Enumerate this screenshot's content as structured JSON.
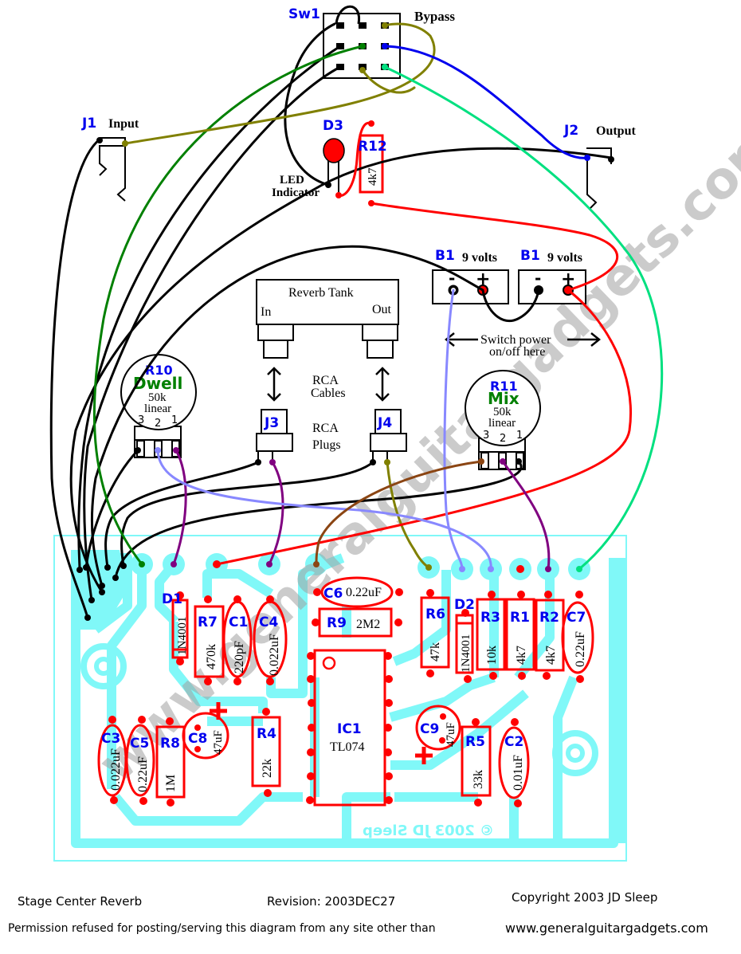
{
  "title": "Stage Center Reverb",
  "revision": "Revision:  2003DEC27",
  "copyright": "Copyright 2003   JD Sleep",
  "permission_text": "Permission refused for posting/serving this diagram from any site other than",
  "website": "www.generalguitargadgets.com",
  "watermark": "www.generalguitargadgets.com",
  "pcb_copyright_mirrored": "© 2003 JD Sleep",
  "colors": {
    "pcb_trace": "#80f8f8",
    "component_outline": "#ff0000",
    "designator": "#0000ee",
    "pot_name": "#008000"
  },
  "offboard": {
    "switch": {
      "designator": "Sw1",
      "label": "Bypass"
    },
    "input_jack": {
      "designator": "J1",
      "label": "Input"
    },
    "output_jack": {
      "designator": "J2",
      "label": "Output"
    },
    "led": {
      "designator": "D3",
      "label_line1": "LED",
      "label_line2": "Indicator"
    },
    "led_resistor": {
      "designator": "R12",
      "value": "4k7"
    },
    "batteries": [
      {
        "designator": "B1",
        "label": "9 volts",
        "minus": "-",
        "plus": "+"
      },
      {
        "designator": "B1",
        "label": "9 volts",
        "minus": "-",
        "plus": "+"
      }
    ],
    "power_note_line1": "Switch power",
    "power_note_line2": "on/off here",
    "reverb_tank": {
      "label": "Reverb Tank",
      "in_label": "In",
      "out_label": "Out"
    },
    "rca_cables_line1": "RCA",
    "rca_cables_line2": "Cables",
    "rca_plugs_line1": "RCA",
    "rca_plugs_line2": "Plugs",
    "rca_jacks": [
      {
        "designator": "J3"
      },
      {
        "designator": "J4"
      }
    ],
    "pots": [
      {
        "designator": "R10",
        "name": "Dwell",
        "value": "50k",
        "taper": "linear",
        "pins": [
          "3",
          "2",
          "1"
        ]
      },
      {
        "designator": "R11",
        "name": "Mix",
        "value": "50k",
        "taper": "linear",
        "pins": [
          "3",
          "2",
          "1"
        ]
      }
    ]
  },
  "components": {
    "D1": {
      "designator": "D1",
      "value": "1N4001"
    },
    "R7": {
      "designator": "R7",
      "value": "470k"
    },
    "C1": {
      "designator": "C1",
      "value": "220pF"
    },
    "C4": {
      "designator": "C4",
      "value": "0.022uF"
    },
    "C6": {
      "designator": "C6",
      "value": "0.22uF"
    },
    "R9": {
      "designator": "R9",
      "value": "2M2"
    },
    "R6": {
      "designator": "R6",
      "value": "47k"
    },
    "D2": {
      "designator": "D2",
      "value": "1N4001"
    },
    "R3": {
      "designator": "R3",
      "value": "10k"
    },
    "R1": {
      "designator": "R1",
      "value": "4k7"
    },
    "R2": {
      "designator": "R2",
      "value": "4k7"
    },
    "C7": {
      "designator": "C7",
      "value": "0.22uF"
    },
    "C3": {
      "designator": "C3",
      "value": "0.022uF"
    },
    "C5": {
      "designator": "C5",
      "value": "0.22uF"
    },
    "R8": {
      "designator": "R8",
      "value": "1M"
    },
    "C8": {
      "designator": "C8",
      "value": "47uF",
      "polarity": "+"
    },
    "R4": {
      "designator": "R4",
      "value": "22k"
    },
    "IC1": {
      "designator": "IC1",
      "value": "TL074"
    },
    "C9": {
      "designator": "C9",
      "value": "47uF",
      "polarity": "+"
    },
    "R5": {
      "designator": "R5",
      "value": "33k"
    },
    "C2": {
      "designator": "C2",
      "value": "0.01uF"
    }
  }
}
